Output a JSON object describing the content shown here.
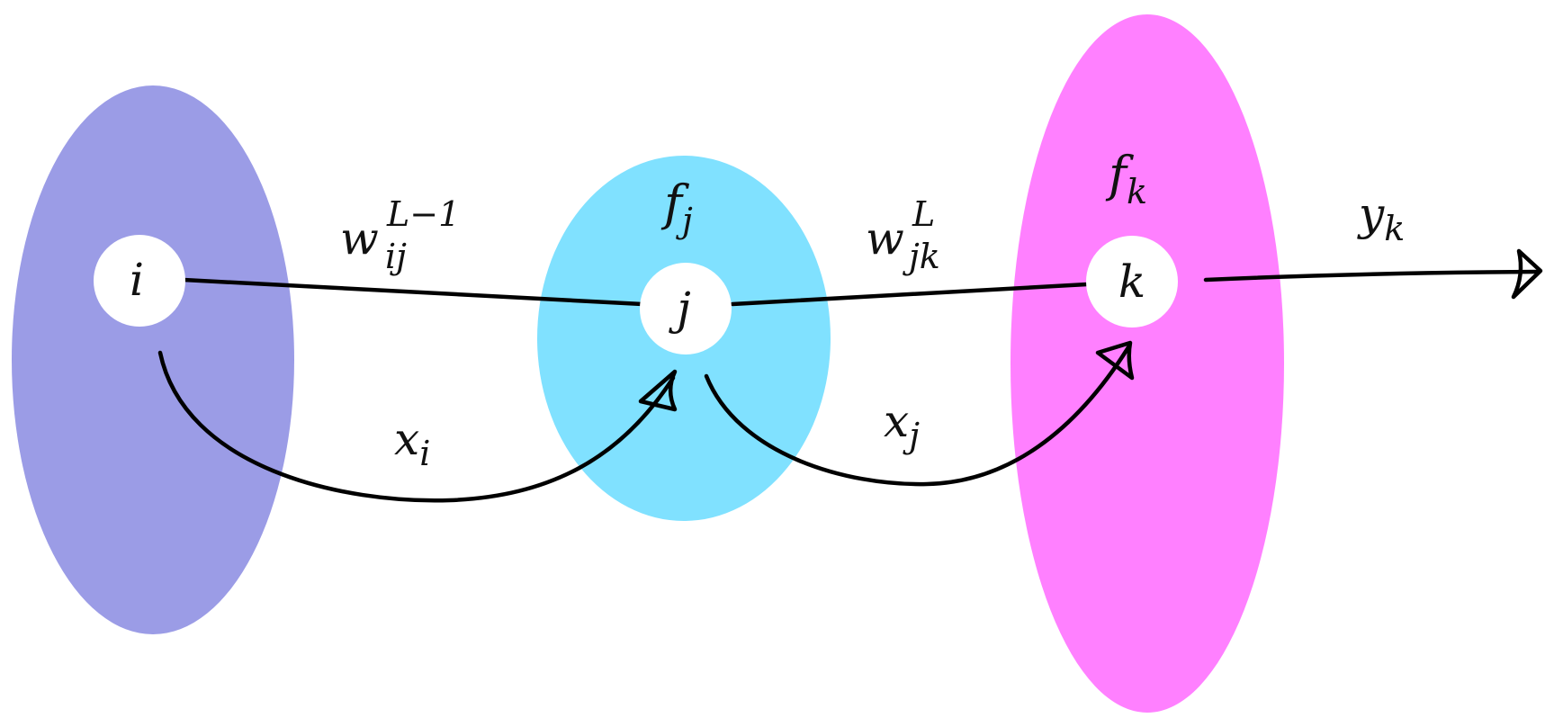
{
  "colors": {
    "layer_i": "#9b9ce6",
    "layer_j": "#80e1ff",
    "layer_k": "#ff80ff",
    "node_fill": "#ffffff",
    "stroke": "#000000"
  },
  "nodes": {
    "i": {
      "label": "i"
    },
    "j": {
      "label": "j"
    },
    "k": {
      "label": "k"
    }
  },
  "functions": {
    "fj": {
      "base": "f",
      "sub": "j"
    },
    "fk": {
      "base": "f",
      "sub": "k"
    }
  },
  "weights": {
    "w_ij": {
      "base": "w",
      "sup": "L−1",
      "sub": "ij"
    },
    "w_jk": {
      "base": "w",
      "sup": "L",
      "sub": "jk"
    }
  },
  "signals": {
    "x_i": {
      "base": "x",
      "sub": "i"
    },
    "x_j": {
      "base": "x",
      "sub": "j"
    },
    "y_k": {
      "base": "y",
      "sub": "k"
    }
  }
}
